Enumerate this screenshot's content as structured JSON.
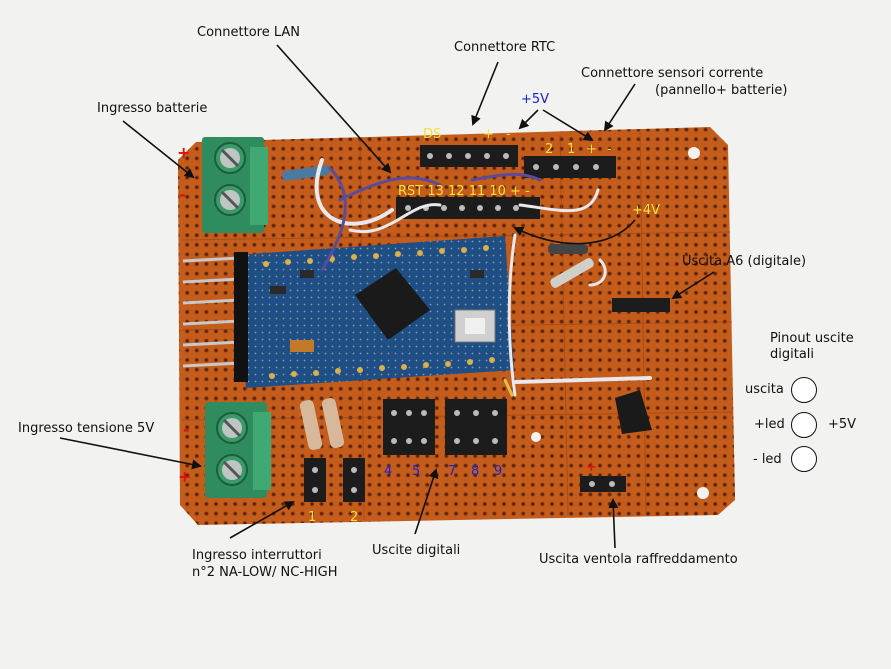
{
  "labels": {
    "connettore_lan": "Connettore LAN",
    "connettore_rtc": "Connettore RTC",
    "connettore_sensori_1": "Connettore sensori corrente",
    "connettore_sensori_2": "(pannello+ batterie)",
    "ingresso_batterie": "Ingresso batterie",
    "uscita_a6": "Uscita A6 (digitale)",
    "pinout_1": "Pinout uscite",
    "pinout_2": "digitali",
    "uscita": "uscita",
    "plus_led": "+led",
    "minus_led": "- led",
    "plus5v_pinout": "+5V",
    "ingresso_tensione": "Ingresso tensione 5V",
    "ingresso_interruttori_1": "Ingresso interruttori",
    "ingresso_interruttori_2": "n°2 NA-LOW/ NC-HIGH",
    "uscite_digitali": "Uscite digitali",
    "uscita_ventola": "Uscita ventola raffreddamento"
  },
  "board_marks": {
    "ds": "DS",
    "rtc_plus": "+",
    "rtc_minus": "-",
    "plus5v": "+5V",
    "sens_2": "2",
    "sens_1": "1",
    "sens_plus": "+",
    "sens_minus": "-",
    "rst_row": "RST 13 12 11 10 +  -",
    "plus4v": "+4V",
    "sw_1": "1",
    "sw_2": "2",
    "out_4": "4",
    "out_5": "5",
    "out_7": "7",
    "out_8": "8",
    "out_9": "9",
    "bat_plus": "+",
    "bat_minus": "-",
    "v5_minus": "-",
    "v5_plus": "+",
    "fan_plus": "+"
  },
  "colors": {
    "board": "#c8601e",
    "terminal": "#3a9a6a",
    "arduino": "#1e4e86",
    "annotation_yellow": "#f3e23a",
    "annotation_blue": "#1a22d6",
    "annotation_red": "#e01010"
  }
}
